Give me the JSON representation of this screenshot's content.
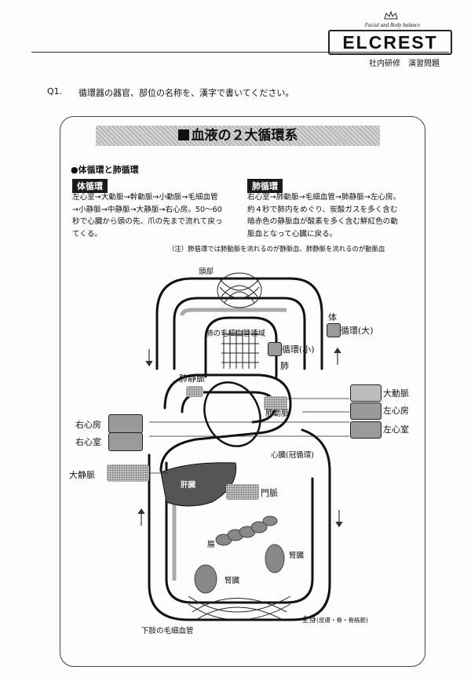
{
  "header": {
    "tagline": "Facial and Body balance",
    "brand": "ELCREST",
    "doc_label": "社内研修　演習問題"
  },
  "question": {
    "number": "Q1.",
    "text": "循環器の器官、部位の名称を、漢字で書いてください。"
  },
  "panel": {
    "banner_title": "血液の２大循環系",
    "section_title": "●体循環と肺循環",
    "systemic": {
      "tag": "体循環",
      "lines": [
        "左心室→大動脈→幹動脈→小動脈→毛細血管",
        "→小静脈→中静脈→大静脈→右心房。50～60",
        "秒で心臓から頭の先、爪の先まで流れて戻っ",
        "てくる。"
      ]
    },
    "pulmonary": {
      "tag": "肺循環",
      "lines": [
        "右心室→肺動脈→毛細血管→肺静脈→左心房。",
        "約４秒で肺内をめぐり、炭酸ガスを多く含む",
        "暗赤色の静脈血が酸素を多く含む鮮紅色の動",
        "脈血となって心臓に戻る。"
      ]
    },
    "note": "（注）肺循環では肺動脈を流れるのが静脈血、肺静脈を流れるのが動脈血"
  },
  "diagram": {
    "printed": {
      "head": "頭部",
      "lung_capillary": "肺の毛細血管領域",
      "heart": "心臓(冠循環)",
      "intestine": "腸",
      "kidney_right": "腎臓",
      "kidney_left": "腎臓",
      "lower_limb": "下肢の毛細血管",
      "whole_body": "全身",
      "whole_body_note": "(皮膚・骨・骨格筋)",
      "liver_overlay": "肝臓"
    },
    "handwritten": {
      "systemic_prefix": "体",
      "systemic_box": "循環(大)",
      "pulmonary_box": "循環(小)",
      "lung": "肺",
      "pulmonary_vein": "肺静脈",
      "pulmonary_artery": "肺動脈",
      "aorta": "大動脈",
      "left_atrium": "左心房",
      "left_ventricle": "左心室",
      "right_atrium": "右心房",
      "right_ventricle": "右心室",
      "vena_cava": "大静脈",
      "portal_vein": "門脈"
    }
  },
  "colors": {
    "ink": "#111111",
    "answer_box": "#9a9a9a",
    "banner": "#c9c9c9"
  }
}
